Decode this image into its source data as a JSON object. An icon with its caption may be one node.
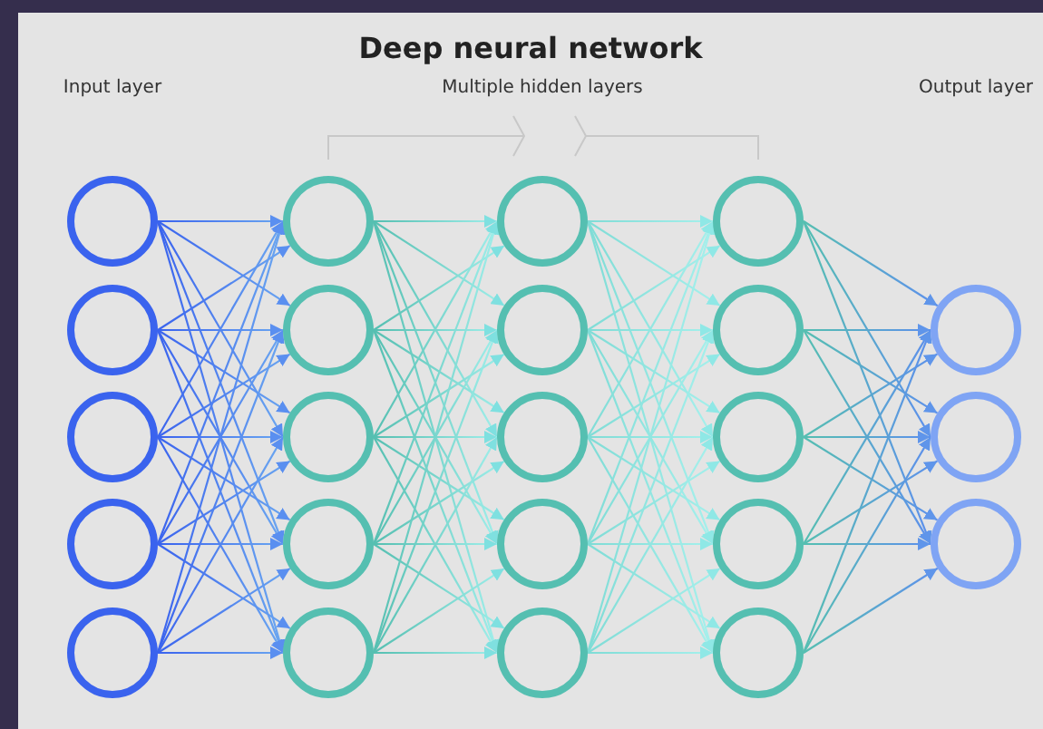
{
  "diagram": {
    "title": "Deep neural network",
    "nodes": [
      {
        "text": [],
        "shape": "circle"
      },
      {
        "text": [],
        "shape": "circle"
      },
      {
        "text": [],
        "shape": "circle"
      },
      {
        "text": [],
        "shape": "circle"
      },
      {
        "text": [],
        "shape": "circle"
      },
      {
        "text": [],
        "shape": "circle"
      },
      {
        "text": [],
        "shape": "circle"
      },
      {
        "text": [],
        "shape": "circle"
      },
      {
        "text": [],
        "shape": "circle"
      },
      {
        "text": [],
        "shape": "circle"
      },
      {
        "text": [],
        "shape": "circle"
      },
      {
        "text": [],
        "shape": "circle"
      },
      {
        "text": [],
        "shape": "circle"
      },
      {
        "text": [],
        "shape": "circle"
      },
      {
        "text": [],
        "shape": "circle"
      },
      {
        "text": [],
        "shape": "circle"
      },
      {
        "text": [],
        "shape": "circle"
      },
      {
        "text": [],
        "shape": "circle"
      },
      {
        "text": [],
        "shape": "circle"
      },
      {
        "text": [],
        "shape": "circle"
      },
      {
        "text": [],
        "shape": "circle"
      },
      {
        "text": [],
        "shape": "circle"
      },
      {
        "text": [],
        "shape": "circle"
      }
    ],
    "edges": [
      {
        "from": 0,
        "to": 5,
        "arrow": "to"
      },
      {
        "from": 0,
        "to": 6,
        "arrow": "to"
      },
      {
        "from": 0,
        "to": 7,
        "arrow": "to"
      },
      {
        "from": 0,
        "to": 8,
        "arrow": "to"
      },
      {
        "from": 0,
        "to": 9,
        "arrow": "to"
      },
      {
        "from": 1,
        "to": 5,
        "arrow": "to"
      },
      {
        "from": 1,
        "to": 6,
        "arrow": "to"
      },
      {
        "from": 1,
        "to": 7,
        "arrow": "to"
      },
      {
        "from": 1,
        "to": 8,
        "arrow": "to"
      },
      {
        "from": 1,
        "to": 9,
        "arrow": "to"
      },
      {
        "from": 2,
        "to": 5,
        "arrow": "to"
      },
      {
        "from": 2,
        "to": 6,
        "arrow": "to"
      },
      {
        "from": 2,
        "to": 7,
        "arrow": "to"
      },
      {
        "from": 2,
        "to": 8,
        "arrow": "to"
      },
      {
        "from": 2,
        "to": 9,
        "arrow": "to"
      },
      {
        "from": 3,
        "to": 5,
        "arrow": "to"
      },
      {
        "from": 3,
        "to": 6,
        "arrow": "to"
      },
      {
        "from": 3,
        "to": 7,
        "arrow": "to"
      },
      {
        "from": 3,
        "to": 8,
        "arrow": "to"
      },
      {
        "from": 3,
        "to": 9,
        "arrow": "to"
      },
      {
        "from": 4,
        "to": 5,
        "arrow": "to"
      },
      {
        "from": 4,
        "to": 6,
        "arrow": "to"
      },
      {
        "from": 4,
        "to": 7,
        "arrow": "to"
      },
      {
        "from": 4,
        "to": 8,
        "arrow": "to"
      },
      {
        "from": 4,
        "to": 9,
        "arrow": "to"
      },
      {
        "from": 5,
        "to": 10,
        "arrow": "to"
      },
      {
        "from": 5,
        "to": 11,
        "arrow": "to"
      },
      {
        "from": 5,
        "to": 12,
        "arrow": "to"
      },
      {
        "from": 5,
        "to": 13,
        "arrow": "to"
      },
      {
        "from": 5,
        "to": 14,
        "arrow": "to"
      },
      {
        "from": 6,
        "to": 10,
        "arrow": "to"
      },
      {
        "from": 6,
        "to": 11,
        "arrow": "to"
      },
      {
        "from": 6,
        "to": 12,
        "arrow": "to"
      },
      {
        "from": 6,
        "to": 13,
        "arrow": "to"
      },
      {
        "from": 6,
        "to": 14,
        "arrow": "to"
      },
      {
        "from": 7,
        "to": 10,
        "arrow": "to"
      },
      {
        "from": 7,
        "to": 11,
        "arrow": "to"
      },
      {
        "from": 7,
        "to": 12,
        "arrow": "to"
      },
      {
        "from": 7,
        "to": 13,
        "arrow": "to"
      },
      {
        "from": 7,
        "to": 14,
        "arrow": "to"
      },
      {
        "from": 8,
        "to": 10,
        "arrow": "to"
      },
      {
        "from": 8,
        "to": 11,
        "arrow": "to"
      },
      {
        "from": 8,
        "to": 12,
        "arrow": "to"
      },
      {
        "from": 8,
        "to": 13,
        "arrow": "to"
      },
      {
        "from": 8,
        "to": 14,
        "arrow": "to"
      },
      {
        "from": 9,
        "to": 10,
        "arrow": "to"
      },
      {
        "from": 9,
        "to": 11,
        "arrow": "to"
      },
      {
        "from": 9,
        "to": 12,
        "arrow": "to"
      },
      {
        "from": 9,
        "to": 13,
        "arrow": "to"
      },
      {
        "from": 9,
        "to": 14,
        "arrow": "to"
      },
      {
        "from": 10,
        "to": 15,
        "arrow": "to"
      },
      {
        "from": 10,
        "to": 16,
        "arrow": "to"
      },
      {
        "from": 10,
        "to": 17,
        "arrow": "to"
      },
      {
        "from": 10,
        "to": 18,
        "arrow": "to"
      },
      {
        "from": 10,
        "to": 19,
        "arrow": "to"
      },
      {
        "from": 11,
        "to": 15,
        "arrow": "to"
      },
      {
        "from": 11,
        "to": 16,
        "arrow": "to"
      },
      {
        "from": 11,
        "to": 17,
        "arrow": "to"
      },
      {
        "from": 11,
        "to": 18,
        "arrow": "to"
      },
      {
        "from": 11,
        "to": 19,
        "arrow": "to"
      },
      {
        "from": 12,
        "to": 15,
        "arrow": "to"
      },
      {
        "from": 12,
        "to": 16,
        "arrow": "to"
      },
      {
        "from": 12,
        "to": 17,
        "arrow": "to"
      },
      {
        "from": 12,
        "to": 18,
        "arrow": "to"
      },
      {
        "from": 12,
        "to": 19,
        "arrow": "to"
      },
      {
        "from": 13,
        "to": 15,
        "arrow": "to"
      },
      {
        "from": 13,
        "to": 16,
        "arrow": "to"
      },
      {
        "from": 13,
        "to": 17,
        "arrow": "to"
      },
      {
        "from": 13,
        "to": 18,
        "arrow": "to"
      },
      {
        "from": 13,
        "to": 19,
        "arrow": "to"
      },
      {
        "from": 14,
        "to": 15,
        "arrow": "to"
      },
      {
        "from": 14,
        "to": 16,
        "arrow": "to"
      },
      {
        "from": 14,
        "to": 17,
        "arrow": "to"
      },
      {
        "from": 14,
        "to": 18,
        "arrow": "to"
      },
      {
        "from": 14,
        "to": 19,
        "arrow": "to"
      },
      {
        "from": 15,
        "to": 20,
        "arrow": "to"
      },
      {
        "from": 15,
        "to": 21,
        "arrow": "to"
      },
      {
        "from": 15,
        "to": 22,
        "arrow": "to"
      },
      {
        "from": 16,
        "to": 20,
        "arrow": "to"
      },
      {
        "from": 16,
        "to": 21,
        "arrow": "to"
      },
      {
        "from": 16,
        "to": 22,
        "arrow": "to"
      },
      {
        "from": 17,
        "to": 20,
        "arrow": "to"
      },
      {
        "from": 17,
        "to": 21,
        "arrow": "to"
      },
      {
        "from": 17,
        "to": 22,
        "arrow": "to"
      },
      {
        "from": 18,
        "to": 20,
        "arrow": "to"
      },
      {
        "from": 18,
        "to": 21,
        "arrow": "to"
      },
      {
        "from": 18,
        "to": 22,
        "arrow": "to"
      },
      {
        "from": 19,
        "to": 20,
        "arrow": "to"
      },
      {
        "from": 19,
        "to": 21,
        "arrow": "to"
      },
      {
        "from": 19,
        "to": 22,
        "arrow": "to"
      }
    ],
    "labels": [
      "Input layer",
      "Multiple hidden layers",
      "Output layer"
    ]
  }
}
